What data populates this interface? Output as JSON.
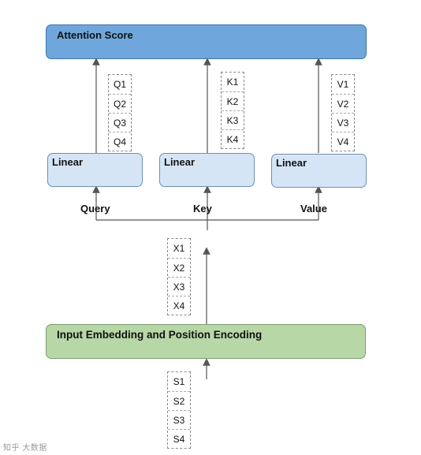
{
  "attention": {
    "label": "Attention Score"
  },
  "linears": [
    {
      "label": "Linear"
    },
    {
      "label": "Linear"
    },
    {
      "label": "Linear"
    }
  ],
  "inputs": {
    "query": "Query",
    "key": "Key",
    "value": "Value"
  },
  "stacks": {
    "q": [
      "Q1",
      "Q2",
      "Q3",
      "Q4"
    ],
    "k": [
      "K1",
      "K2",
      "K3",
      "K4"
    ],
    "v": [
      "V1",
      "V2",
      "V3",
      "V4"
    ],
    "x": [
      "X1",
      "X2",
      "X3",
      "X4"
    ],
    "s": [
      "S1",
      "S2",
      "S3",
      "S4"
    ]
  },
  "embedding": {
    "label": "Input Embedding and Position Encoding"
  },
  "watermark": {
    "text": "知乎 大数据"
  },
  "colors": {
    "attention_fill": "#6fa7dc",
    "linear_fill": "#d6e5f6",
    "embedding_fill": "#b8d7a7",
    "line": "#555555"
  }
}
